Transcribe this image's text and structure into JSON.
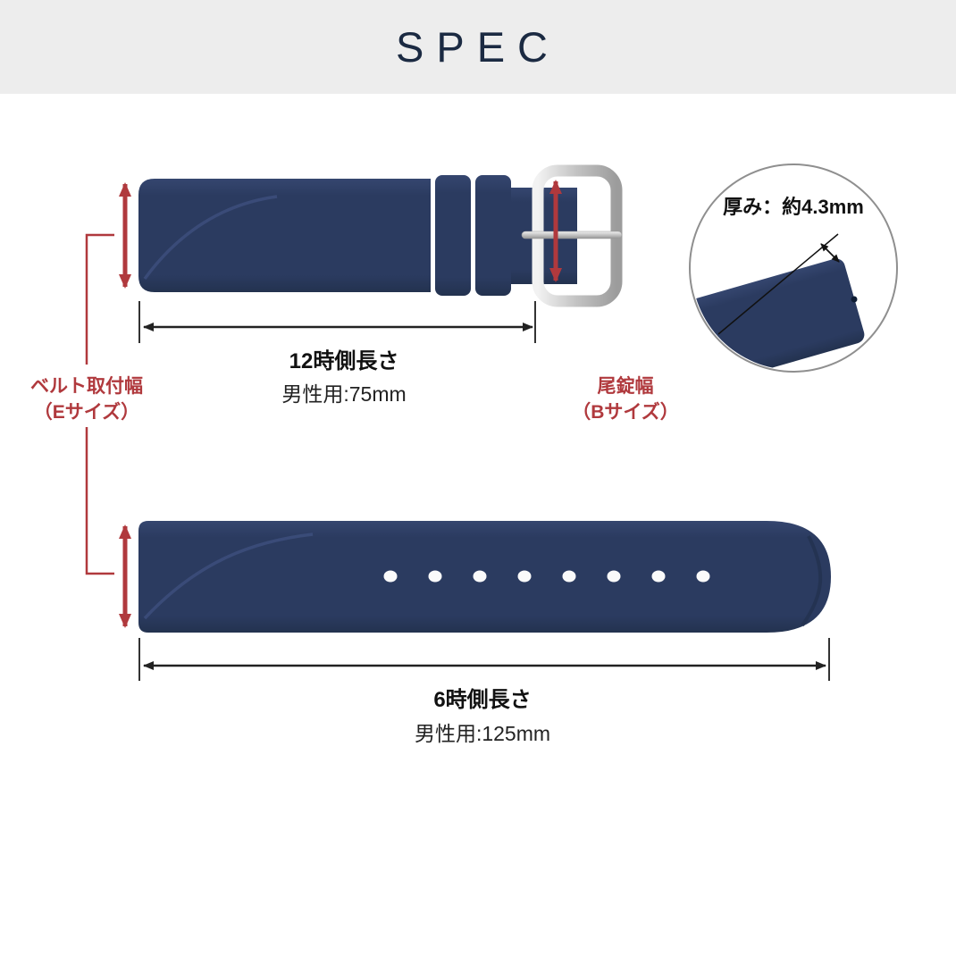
{
  "header": {
    "title": "SPEC"
  },
  "measurements": {
    "top_length_label": "12時側長さ",
    "top_length_value": "男性用:75mm",
    "bottom_length_label": "6時側長さ",
    "bottom_length_value": "男性用:125mm",
    "attach_width_line1": "ベルト取付幅",
    "attach_width_line2": "（Eサイズ）",
    "buckle_width_line1": "尾錠幅",
    "buckle_width_line2": "（Bサイズ）",
    "thickness": "厚み：約4.3mm"
  },
  "colors": {
    "header_bg": "#EDEDED",
    "title": "#1B2A42",
    "navy": "#2B3B60",
    "navy_light": "#3D4F7D",
    "navy_dark": "#23324F",
    "red": "#B0393D",
    "black": "#222222",
    "silver": "#C6C6C6",
    "circle_border": "#8F8F8F",
    "text": "#1A1A1A"
  }
}
